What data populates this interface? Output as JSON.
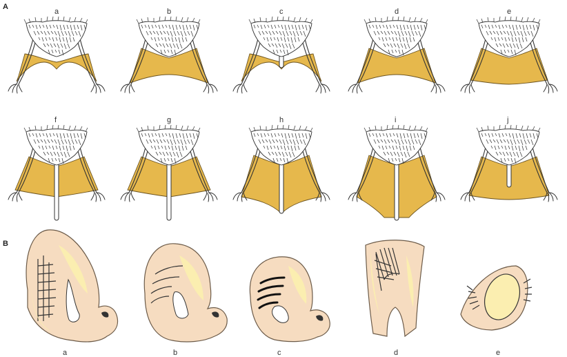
{
  "figure": {
    "panels": [
      {
        "id": "A",
        "label": "A",
        "items": [
          {
            "label": "a",
            "variant": "thin-margin"
          },
          {
            "label": "b",
            "variant": "curved-short"
          },
          {
            "label": "c",
            "variant": "thin-margin-short-tail"
          },
          {
            "label": "d",
            "variant": "curved-short-tail"
          },
          {
            "label": "e",
            "variant": "full-no-tail"
          },
          {
            "label": "f",
            "variant": "long-free-tail"
          },
          {
            "label": "g",
            "variant": "long-tail-curved"
          },
          {
            "label": "h",
            "variant": "pointed-enclosed-tail"
          },
          {
            "label": "i",
            "variant": "enclosed-tail-notch"
          },
          {
            "label": "j",
            "variant": "half-tail"
          }
        ]
      },
      {
        "id": "B",
        "label": "B",
        "items": [
          {
            "label": "a",
            "variant": "tall-ribbed"
          },
          {
            "label": "b",
            "variant": "rounded-light-ribs"
          },
          {
            "label": "c",
            "variant": "rounded-bold-ribs"
          },
          {
            "label": "d",
            "variant": "narrow-ribbed"
          },
          {
            "label": "e",
            "variant": "small-hairy"
          }
        ]
      }
    ],
    "colors": {
      "membrane": "#e6b84c",
      "ear_outer": "#f6dcc0",
      "ear_inner": "#fbeeb0",
      "fur_stroke": "#333333"
    }
  }
}
